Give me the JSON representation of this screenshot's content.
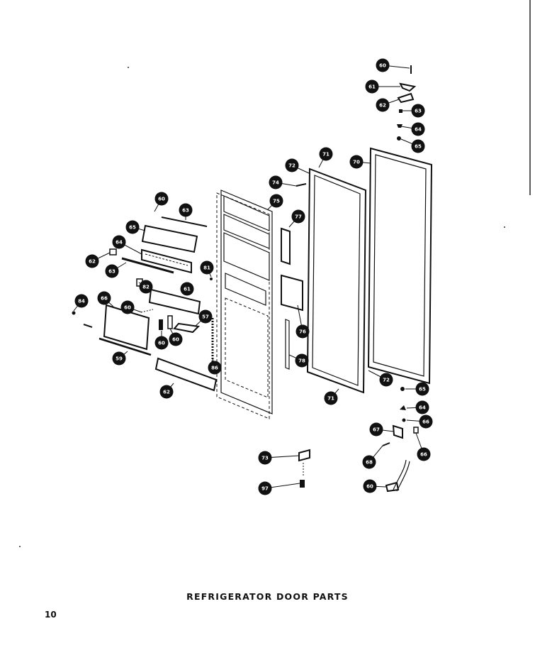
{
  "caption": "REFRIGERATOR DOOR PARTS",
  "page_number": "10",
  "callouts": [
    "60",
    "61",
    "62",
    "63",
    "64",
    "65",
    "70",
    "71",
    "72",
    "74",
    "75",
    "77",
    "60",
    "63",
    "65",
    "64",
    "62",
    "63",
    "81",
    "82",
    "61",
    "84",
    "66",
    "60",
    "60",
    "60",
    "57",
    "76",
    "86",
    "78",
    "72",
    "59",
    "62",
    "71",
    "65",
    "64",
    "66",
    "67",
    "66",
    "68",
    "73",
    "97",
    "60"
  ]
}
